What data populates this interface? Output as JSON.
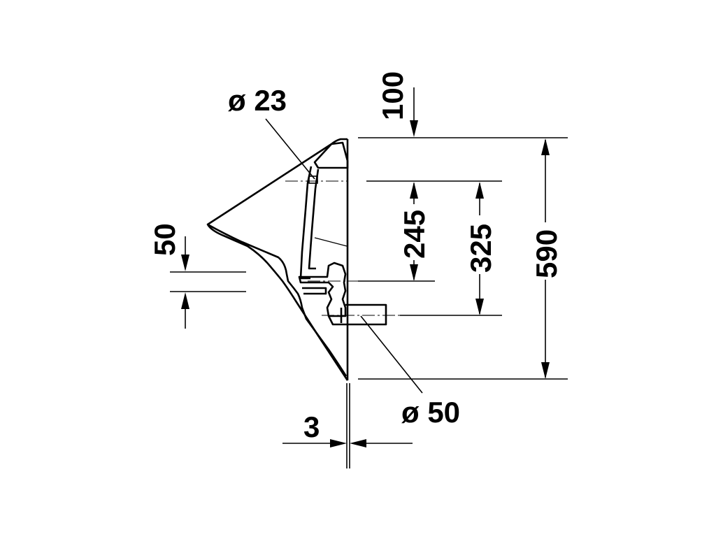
{
  "drawing": {
    "labels": {
      "dim_100": "100",
      "dim_245": "245",
      "dim_325": "325",
      "dim_590": "590",
      "dim_50": "50",
      "dim_3": "3",
      "inlet_diameter": "ø 23",
      "outlet_diameter": "ø 50"
    }
  }
}
